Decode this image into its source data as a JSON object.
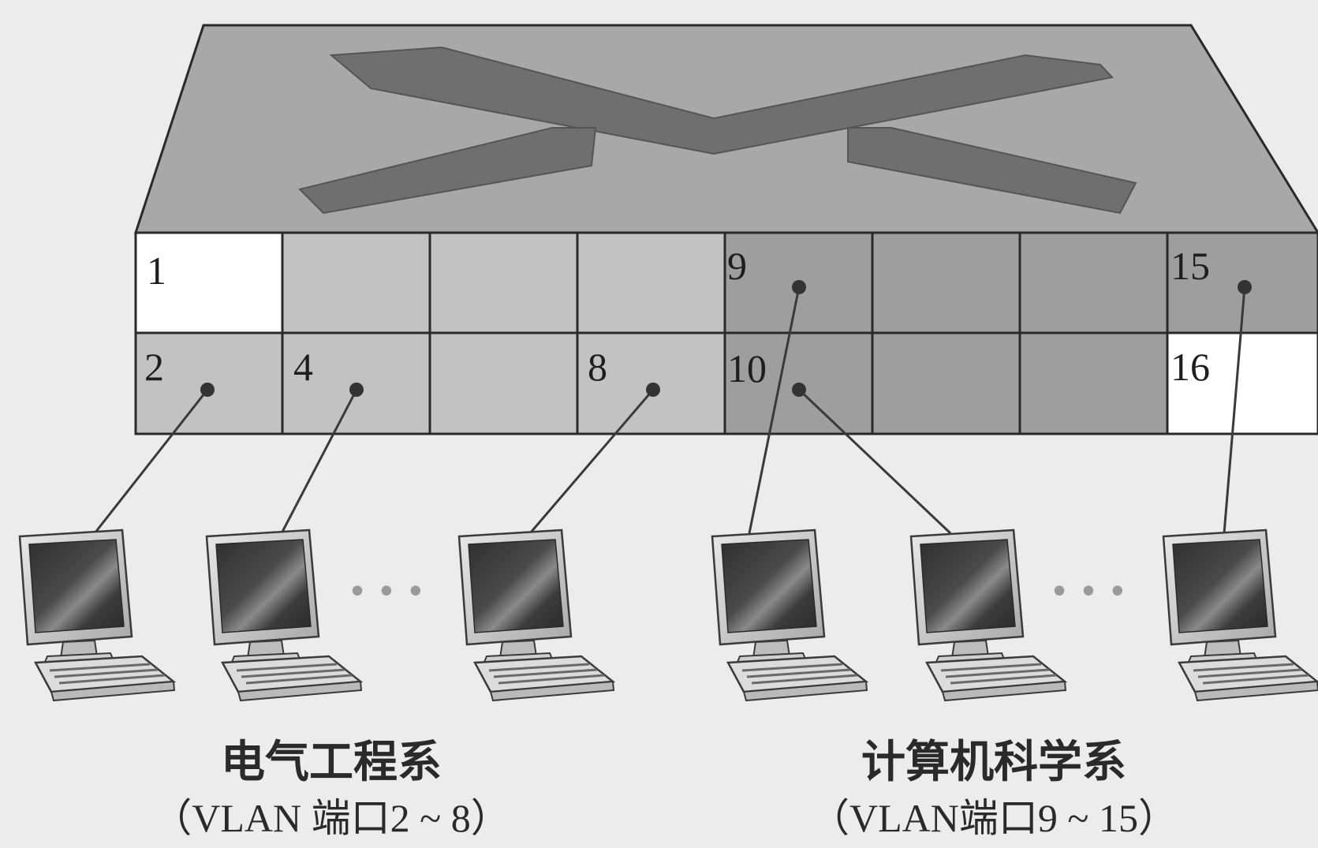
{
  "switch": {
    "ports": [
      {
        "number": 1,
        "label": "1",
        "color": "#ffffff"
      },
      {
        "number": 2,
        "label": "2",
        "color": "#c2c2c2"
      },
      {
        "number": 4,
        "label": "4",
        "color": "#c2c2c2"
      },
      {
        "number": 8,
        "label": "8",
        "color": "#c2c2c2"
      },
      {
        "number": 9,
        "label": "9",
        "color": "#9e9e9e"
      },
      {
        "number": 10,
        "label": "10",
        "color": "#9e9e9e"
      },
      {
        "number": 15,
        "label": "15",
        "color": "#9e9e9e"
      },
      {
        "number": 16,
        "label": "16",
        "color": "#ffffff"
      }
    ],
    "colors": {
      "top": "#a8a8a8",
      "arrows": "#6f6f6f",
      "ee_ports": "#c2c2c2",
      "cs_ports": "#9e9e9e",
      "free_ports": "#ffffff",
      "grid": "#2a2a2a"
    }
  },
  "groups": [
    {
      "title": "电气工程系",
      "subtitle": "（VLAN 端口2 ~ 8）"
    },
    {
      "title": "计算机科学系",
      "subtitle": "（VLAN端口9 ~ 15）"
    }
  ],
  "ellipsis": "• • •"
}
